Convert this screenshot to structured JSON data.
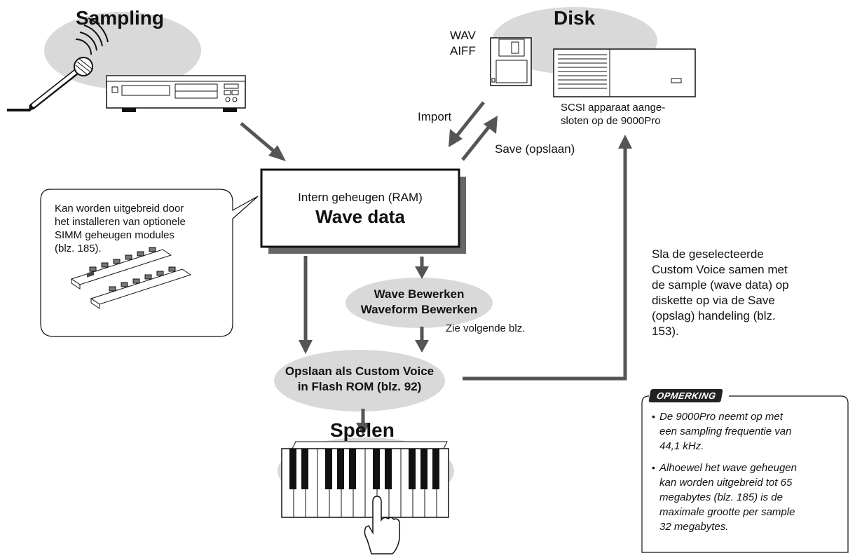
{
  "sampling": {
    "title": "Sampling"
  },
  "disk": {
    "title": "Disk",
    "formats": [
      "WAV",
      "AIFF"
    ],
    "scsi_caption": [
      "SCSI apparaat aange-",
      "sloten op de 9000Pro"
    ]
  },
  "arrows": {
    "import": "Import",
    "save": "Save (opslaan)"
  },
  "ram_box": {
    "line1": "Intern geheugen (RAM)",
    "line2": "Wave data"
  },
  "callout": {
    "lines": [
      "Kan worden uitgebreid door",
      "het installeren van optionele",
      "SIMM geheugen modules",
      "(blz. 185)."
    ]
  },
  "wave_edit": {
    "line1": "Wave Bewerken",
    "line2": "Waveform Bewerken",
    "see_next": "Zie volgende blz."
  },
  "store": {
    "line1": "Opslaan als Custom Voice",
    "line2": "in Flash ROM (blz. 92)"
  },
  "play": {
    "title": "Spelen"
  },
  "save_note": {
    "lines": [
      "Sla de geselecteerde",
      "Custom Voice samen met",
      "de sample (wave data) op",
      "diskette op via de Save",
      "(opslag) handeling (blz.",
      "153)."
    ]
  },
  "opmerking": {
    "label": "OPMERKING",
    "item1": [
      "De 9000Pro neemt op met",
      "een sampling frequentie van",
      "44,1 kHz."
    ],
    "item2": [
      "Alhoewel het wave geheugen",
      "kan worden uitgebreid tot 65",
      "megabytes (blz. 185) is de",
      "maximale grootte per sample",
      "32 megabytes."
    ]
  }
}
